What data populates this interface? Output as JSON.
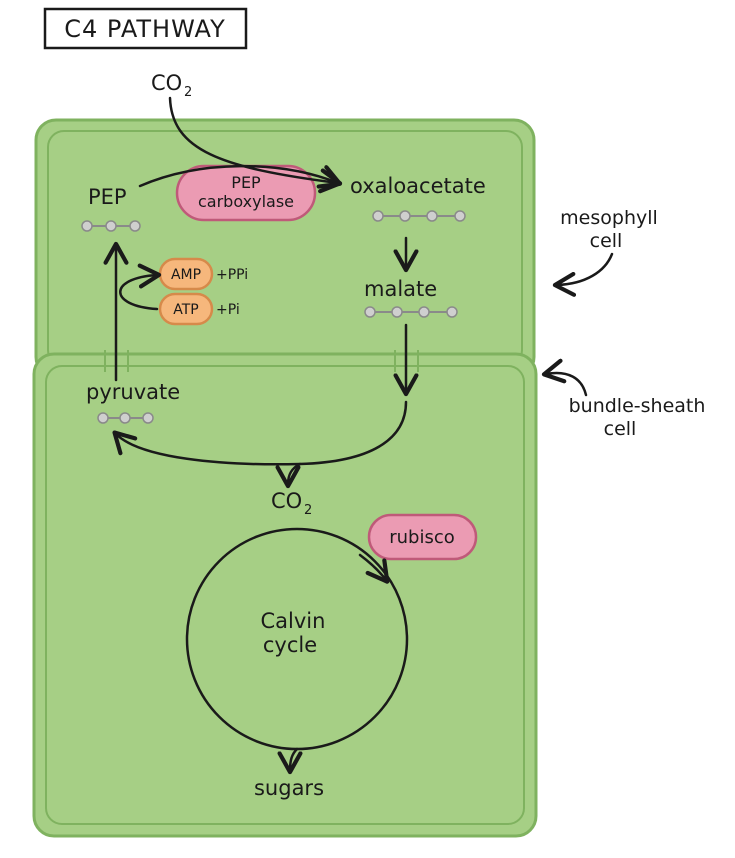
{
  "title": "C4 PATHWAY",
  "co2_top": "CO2",
  "pep": "PEP",
  "pep_carboxylase": [
    "PEP",
    "carboxylase"
  ],
  "oxaloacetate": "oxaloacetate",
  "malate": "malate",
  "amp": "AMP",
  "amp_product": "+PPi",
  "atp": "ATP",
  "atp_product": "+Pi",
  "pyruvate": "pyruvate",
  "co2_bottom": "CO2",
  "rubisco": "rubisco",
  "calvin": [
    "Calvin",
    "cycle"
  ],
  "sugars": "sugars",
  "mesophyll": [
    "mesophyll",
    "cell"
  ],
  "bundle_sheath": [
    "bundle-sheath",
    "cell"
  ],
  "colors": {
    "cell_fill": "#a6cf85",
    "cell_stroke": "#7fb25f",
    "enzyme_fill": "#eb9bb3",
    "enzyme_stroke": "#bf5a79",
    "nucleotide_fill": "#f6b77c",
    "nucleotide_stroke": "#d68a4a",
    "bead": "#cfcfcf"
  }
}
